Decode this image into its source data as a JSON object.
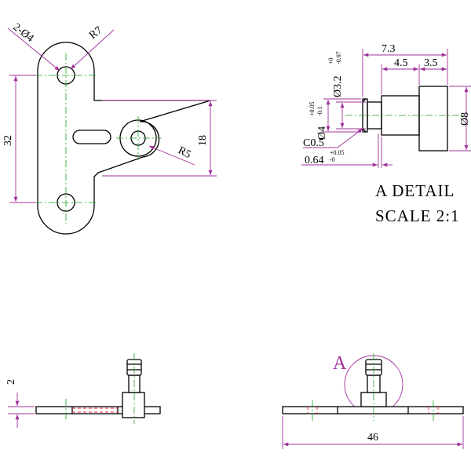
{
  "dimensions": {
    "hole_count_dia": "2-Ø4",
    "top_radius": "R7",
    "height_total": "32",
    "boss_height": "18",
    "boss_radius": "R5",
    "detail_len_total": "7.3",
    "detail_len_mid": "4.5",
    "detail_len_head": "3.5",
    "detail_groove_dia": "Ø3.2",
    "detail_groove_tol_upper": "+0",
    "detail_groove_tol_lower": "-0.07",
    "detail_tip_dia": "Ø4",
    "detail_tip_tol_upper": "+0.05",
    "detail_tip_tol_lower": "-0.1",
    "detail_head_dia": "Ø8",
    "detail_chamfer": "C0.5",
    "detail_groove_width": "0.64",
    "detail_groove_width_tol_upper": "+0.05",
    "detail_groove_width_tol_lower": "-0",
    "plate_thickness": "2",
    "overall_length": "46"
  },
  "notes": {
    "detail_title": "A DETAIL",
    "detail_scale": "SCALE 2:1",
    "detail_marker": "A"
  },
  "colors": {
    "object_line": "#000000",
    "dimension_line": "#a0309a",
    "center_line": "#1aa51a",
    "hidden_line": "#e0202a"
  }
}
